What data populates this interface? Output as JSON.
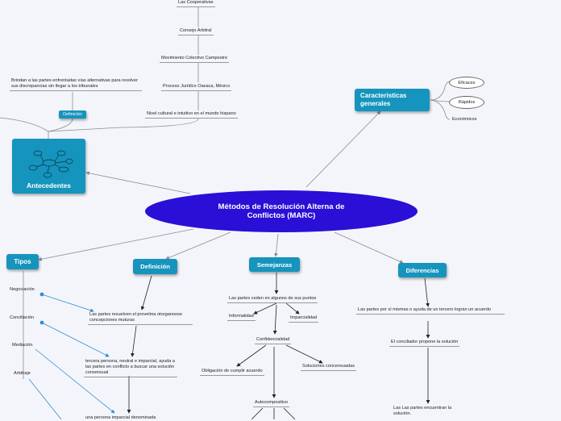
{
  "central": {
    "title_line1": "Métodos de Resolución Alterna de",
    "title_line2": "Conflictos (MARC)"
  },
  "branches": {
    "antecedentes": "Antecedentes",
    "caracteristicas": "Características generales",
    "tipos": "Tipos",
    "definicion": "Definición",
    "semejanzas": "Semejanzas",
    "diferencias": "Diferencias"
  },
  "antecedentes_chain": [
    "Las Cooperativas",
    "Consejo Arbitral",
    "Movimiento Colectivo Campestre",
    "Proceso Jurídico Oaxaca, México",
    "Nivel cultural e intuitivo en el mundo hispano"
  ],
  "antecedentes_definicion": {
    "label": "Definición",
    "text": "Brindan a las partes enfrentadas vías alternativas para resolver sus discrepancias sin llegar a los tribunales"
  },
  "caracteristicas_items": [
    "Eficaces",
    "Rápidos",
    "Económicos"
  ],
  "tipos_items": [
    "Negociación",
    "Conciliación",
    "Mediación",
    "Arbitraje"
  ],
  "definicion_items": [
    "Las partes resuelven el provelma otorganoose concepciones muturas",
    "tercera persona, neutral e imparcial, ayuda a las partes en conflicto a buscar una solución consensual",
    "una persona imparcial denominada"
  ],
  "semejanzas": {
    "root": "Las partes ceden en algunos de sus puntos",
    "sub1": [
      "Informalidad",
      "Imparcialidad"
    ],
    "conf": "Confidencialidad",
    "sub2": [
      "Obligación de cumplir acuerdo",
      "Soluciones concensuadas"
    ],
    "auto": "Autocompositivo"
  },
  "diferencias_items": [
    "Las partes por sí mismas o ayuda de un tercero logran un acuerdo",
    "El conciliador propone la solución",
    "Las Las partes encuentran la solución."
  ],
  "colors": {
    "central": "#2a0fd6",
    "node": "#1594bd",
    "connector": "#8c8c8c",
    "arrow": "#2e8fd0",
    "background": "#f4f5fb"
  }
}
